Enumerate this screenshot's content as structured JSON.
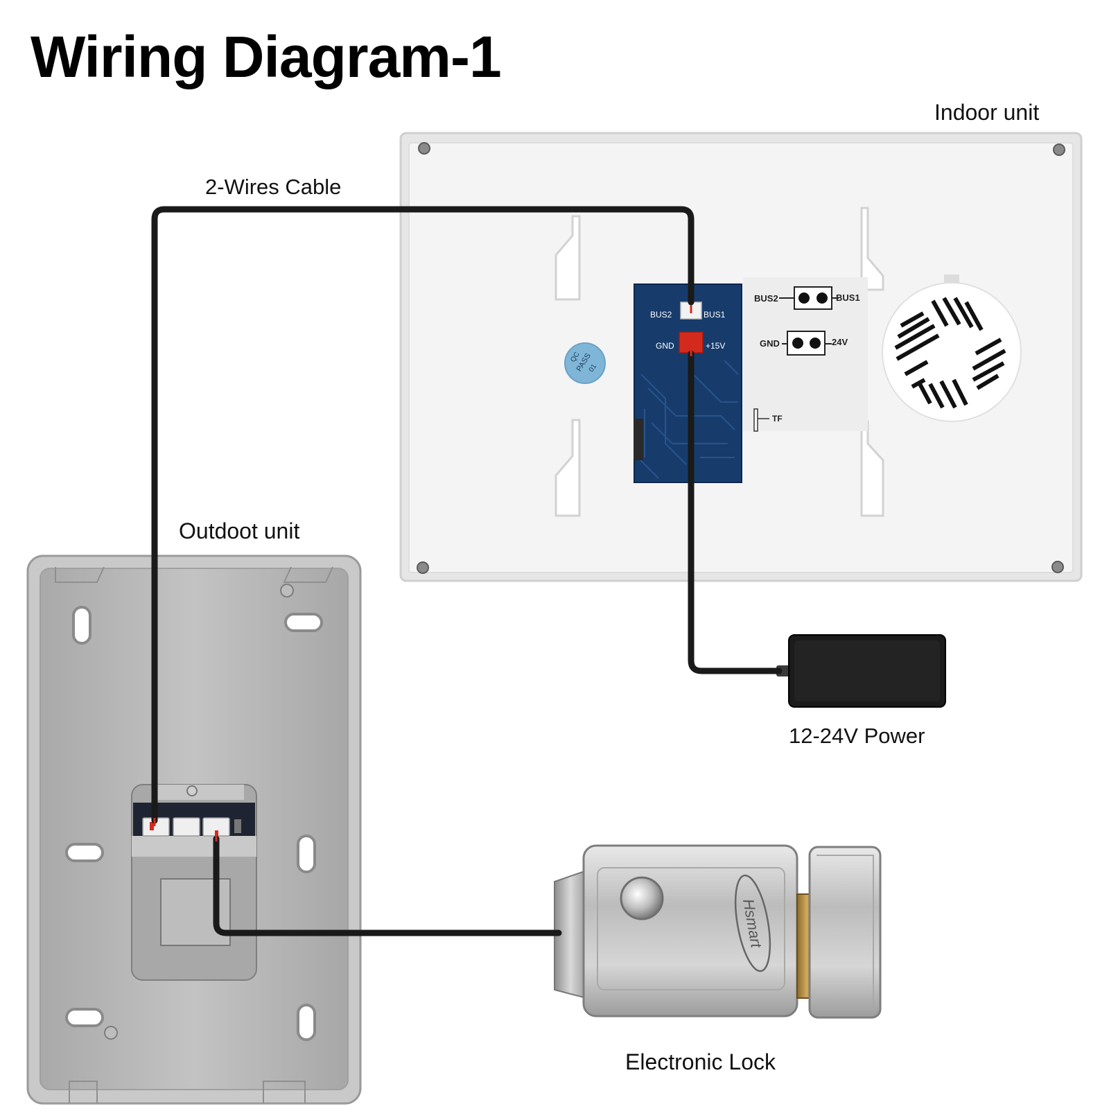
{
  "title": "Wiring Diagram-1",
  "labels": {
    "indoor_unit": "Indoor unit",
    "cable": "2-Wires Cable",
    "outdoor_unit": "Outdoot unit",
    "power": "12-24V Power",
    "lock": "Electronic Lock"
  },
  "indoor_board": {
    "bus2": "BUS2",
    "bus1": "BUS1",
    "gnd": "GND",
    "plus15v": "+15V"
  },
  "indoor_sticker": {
    "bus2": "BUS2",
    "bus1": "BUS1",
    "gnd": "GND",
    "v24": "24V",
    "tf": "TF"
  },
  "qc_sticker": {
    "line1": "QC",
    "line2": "PASS",
    "line3": "01"
  },
  "lock_brand": "Hsmart",
  "colors": {
    "wire": "#1a1a1a",
    "pcb": "#173c6c",
    "connector_red": "#d42a1e",
    "indoor_panel": "#f1f1f1",
    "outdoor_panel": "#b9b9b9",
    "power_box": "#1b1b1b"
  }
}
